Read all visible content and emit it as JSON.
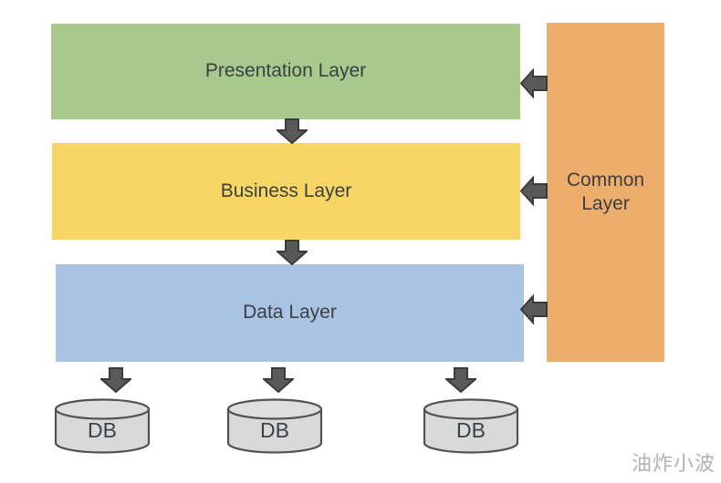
{
  "diagram": {
    "layers": [
      {
        "id": "presentation",
        "label": "Presentation Layer",
        "color": "#a9c88b"
      },
      {
        "id": "business",
        "label": "Business Layer",
        "color": "#f7d666"
      },
      {
        "id": "data",
        "label": "Data Layer",
        "color": "#a9c3e2"
      }
    ],
    "common_layer": {
      "label": "Common Layer",
      "color": "#eead6b"
    },
    "databases": [
      {
        "label": "DB"
      },
      {
        "label": "DB"
      },
      {
        "label": "DB"
      }
    ],
    "arrows": [
      {
        "name": "arrow-presentation-to-business",
        "direction": "down"
      },
      {
        "name": "arrow-business-to-data",
        "direction": "down"
      },
      {
        "name": "arrow-common-to-presentation",
        "direction": "left"
      },
      {
        "name": "arrow-common-to-business",
        "direction": "left"
      },
      {
        "name": "arrow-common-to-data",
        "direction": "left"
      },
      {
        "name": "arrow-data-to-db-1",
        "direction": "down"
      },
      {
        "name": "arrow-data-to-db-2",
        "direction": "down"
      },
      {
        "name": "arrow-data-to-db-3",
        "direction": "down"
      }
    ],
    "arrow_color": "#595959",
    "cylinder_color": "#d9d9d9",
    "text_color": "#3b4045"
  },
  "watermark": {
    "text": "油炸小波"
  }
}
